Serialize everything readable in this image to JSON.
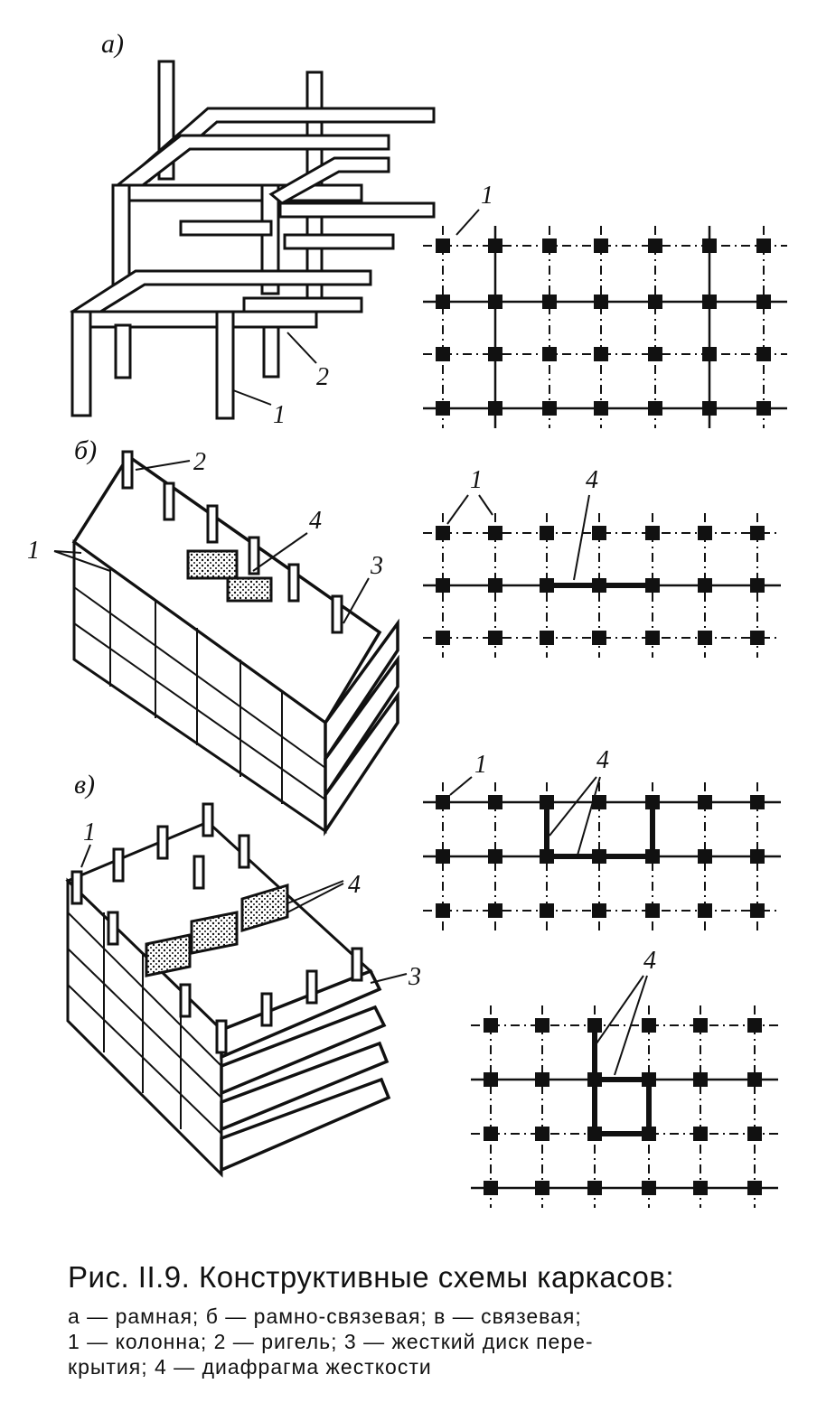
{
  "figure": {
    "panels": [
      {
        "id": "a",
        "letter": "а)",
        "labels": {
          "column": "1",
          "girder": "2"
        }
      },
      {
        "id": "b",
        "letter": "б)",
        "labels": {
          "columns": "1",
          "girder": "2",
          "slab": "3",
          "diaphragm": "4"
        }
      },
      {
        "id": "c",
        "letter": "в)",
        "labels": {
          "column": "1",
          "slab": "3",
          "diaphragm": "4"
        }
      }
    ],
    "plans": [
      {
        "id": "plan-a",
        "labels": [
          "1"
        ]
      },
      {
        "id": "plan-b",
        "labels": [
          "1",
          "4"
        ]
      },
      {
        "id": "plan-c1",
        "labels": [
          "1",
          "4"
        ]
      },
      {
        "id": "plan-c2",
        "labels": [
          "4"
        ]
      }
    ]
  },
  "caption": {
    "title": "Рис. II.9. Конструктивные схемы каркасов:",
    "line1": "а — рамная;    б — рамно-связевая;    в — связевая;",
    "line2": "1 — колонна;  2 — ригель;  3 — жесткий диск пере-",
    "line3": "крытия;  4 — диафрагма жесткости"
  }
}
